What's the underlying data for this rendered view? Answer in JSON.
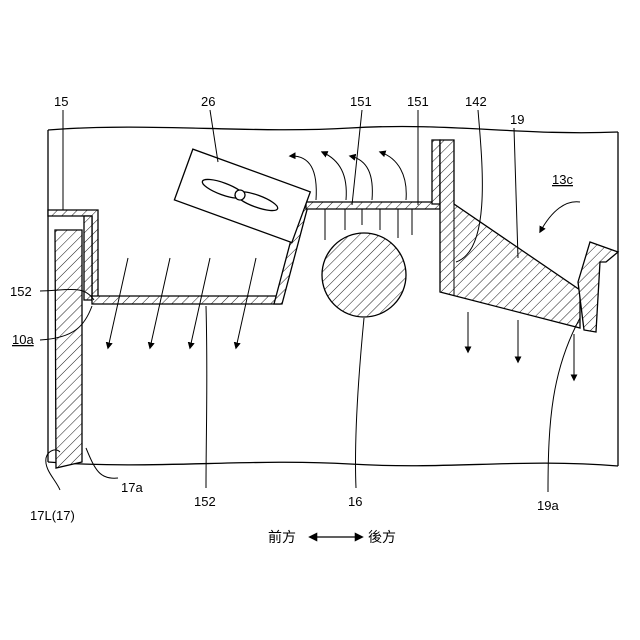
{
  "figure": {
    "labels": {
      "l15": "15",
      "l26": "26",
      "l151a": "151",
      "l151b": "151",
      "l142": "142",
      "l19": "19",
      "l13c": "13c",
      "l152a": "152",
      "l10a": "10a",
      "l152b": "152",
      "l16": "16",
      "l17a": "17a",
      "l17L": "17L(17)",
      "l19a": "19a"
    },
    "direction": {
      "front": "前方",
      "rear": "後方"
    }
  }
}
